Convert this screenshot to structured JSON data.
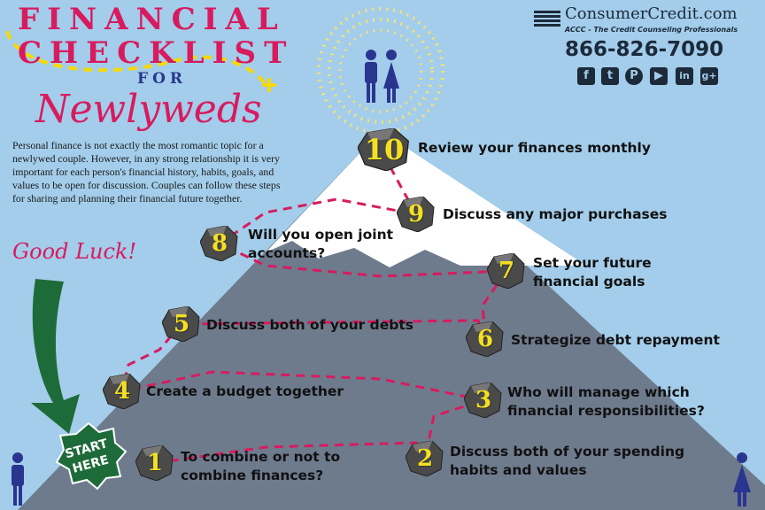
{
  "title": {
    "line1": "FINANCIAL",
    "line2": "CHECKLIST",
    "line3": "FOR",
    "line4": "Newlyweds"
  },
  "intro": "Personal finance is not exactly the most romantic topic for a newlywed couple. However, in any strong relationship it is very important for each person's financial history, habits, goals, and values to be open for discussion. Couples can follow these steps for sharing and planning their financial future together.",
  "good_luck": "Good Luck!",
  "brand": {
    "name": "ConsumerCredit.com",
    "tagline": "ACCC - The Credit Counseling Professionals",
    "phone": "866-826-7090",
    "social": [
      {
        "icon": "facebook-icon",
        "glyph": "f"
      },
      {
        "icon": "twitter-icon",
        "glyph": "t"
      },
      {
        "icon": "pinterest-icon",
        "glyph": "P"
      },
      {
        "icon": "youtube-icon",
        "glyph": "▶"
      },
      {
        "icon": "linkedin-icon",
        "glyph": "in"
      },
      {
        "icon": "google-plus-icon",
        "glyph": "g+"
      }
    ]
  },
  "start": "START HERE",
  "steps": [
    {
      "n": "1",
      "text": "To combine or not to combine finances?"
    },
    {
      "n": "2",
      "text": "Discuss both of your spending habits and values"
    },
    {
      "n": "3",
      "text": "Who will manage which financial responsibilities?"
    },
    {
      "n": "4",
      "text": "Create a budget together"
    },
    {
      "n": "5",
      "text": "Discuss both of your debts"
    },
    {
      "n": "6",
      "text": "Strategize debt repayment"
    },
    {
      "n": "7",
      "text": "Set your future financial goals"
    },
    {
      "n": "8",
      "text": "Will you open joint accounts?"
    },
    {
      "n": "9",
      "text": "Discuss any major purchases"
    },
    {
      "n": "10",
      "text": "Review your finances monthly"
    }
  ],
  "colors": {
    "pink": "#d81b5f",
    "navy": "#2a3590",
    "sky": "#a3cdea",
    "mountain": "#6e7b8d",
    "green": "#1e6b3a"
  }
}
